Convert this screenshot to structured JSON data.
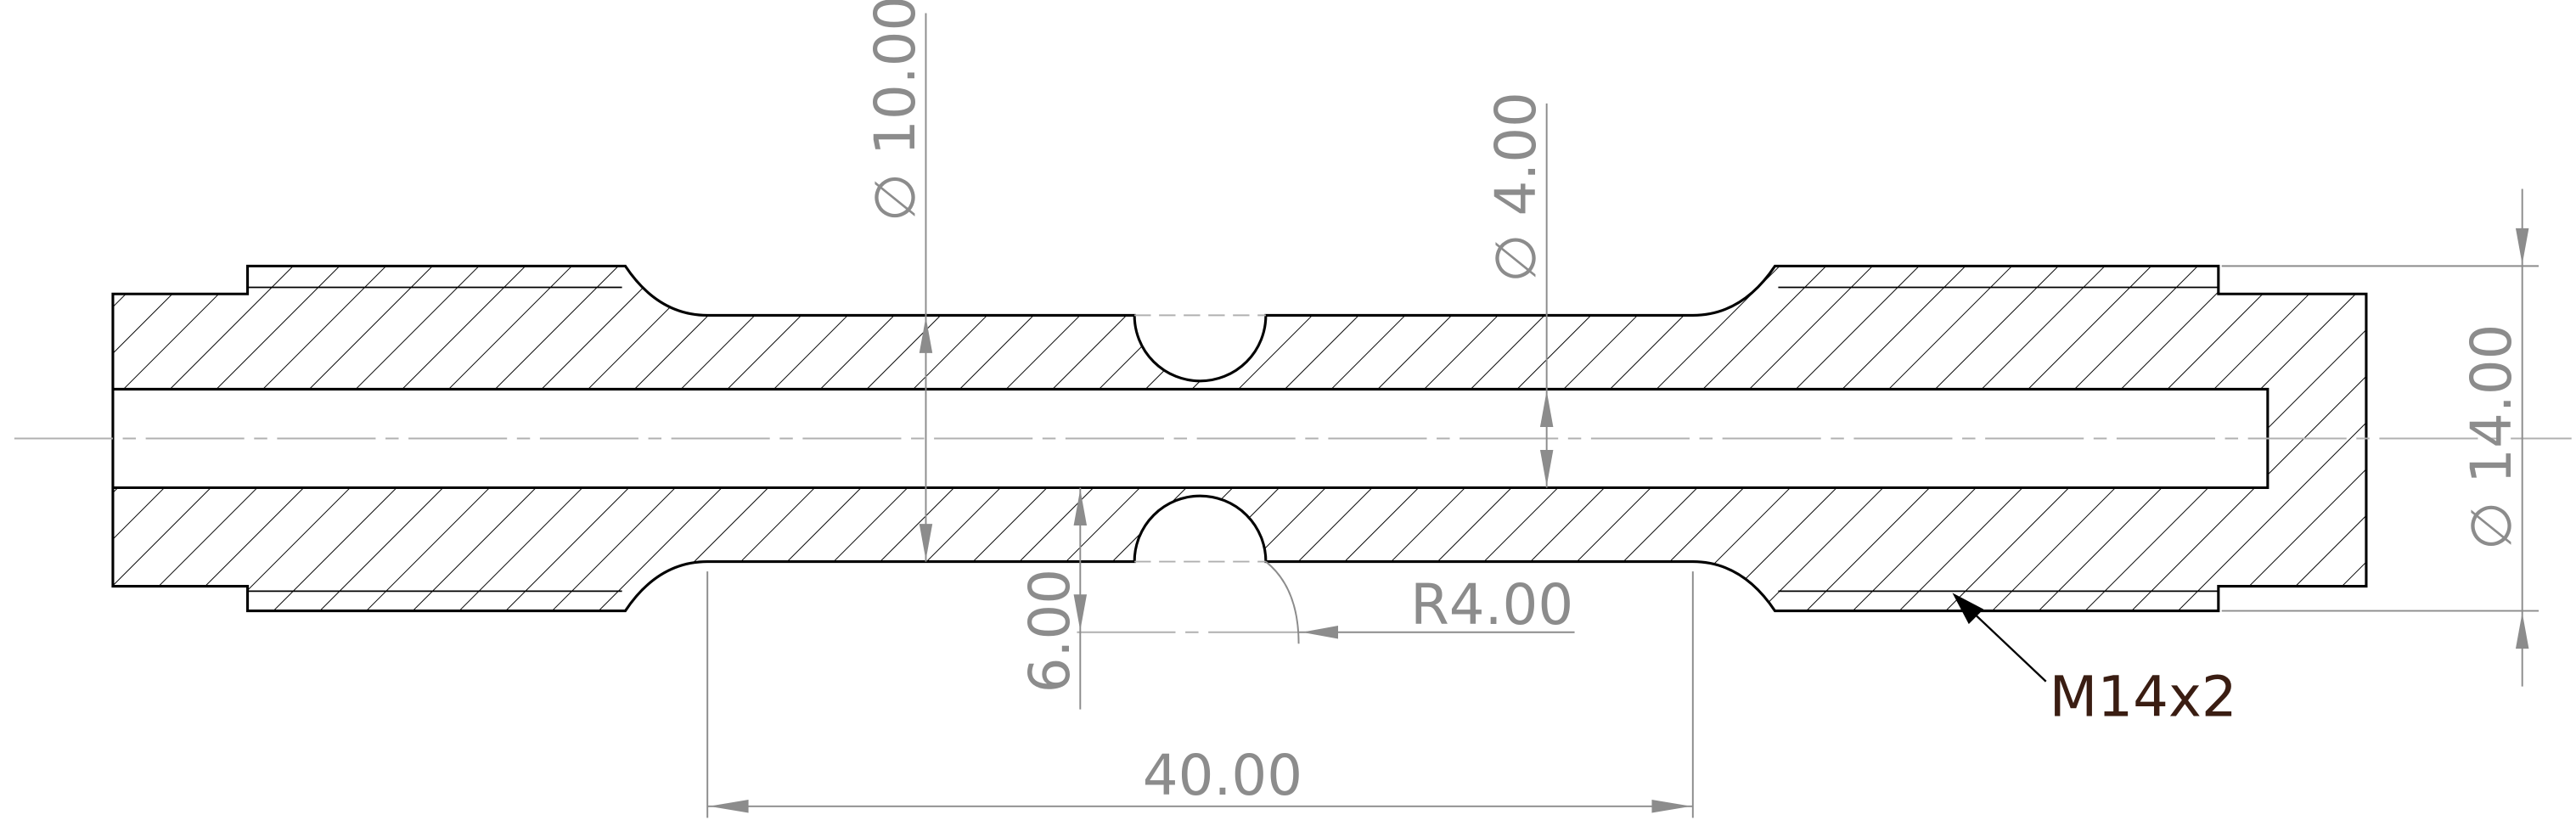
{
  "drawing": {
    "dimensions": {
      "dia_10": "∅ 10.00",
      "dia_4": "∅ 4.00",
      "dia_14": "∅ 14.00",
      "depth_6": "6.00",
      "radius_4": "R4.00",
      "length_40": "40.00"
    },
    "callout": {
      "thread": "M14x2"
    },
    "colors": {
      "outline": "#000000",
      "dimension": "#8c8c8c",
      "callout": "#3a1d12",
      "centerline": "#b0b0b0"
    }
  }
}
